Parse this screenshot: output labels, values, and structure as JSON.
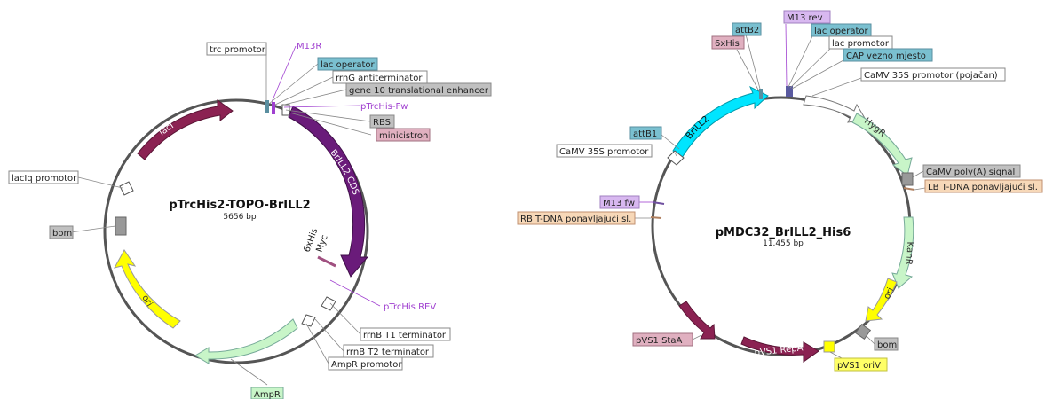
{
  "colors": {
    "backbone": "#555555",
    "purple_label": "#a040d0",
    "maroon": "#8b2252",
    "dark_purple": "#6a1b7a",
    "cyan": "#00e5ff",
    "light_green": "#c8f5c8",
    "yellow": "#ffff00",
    "grey": "#999999"
  },
  "map1": {
    "name": "pTrcHis2-TOPO-BrILL2",
    "size": "5656 bp",
    "labels": {
      "trc": "trc promotor",
      "m13r": "M13R",
      "lacop": "lac operator",
      "rrng": "rrnG antiterminator",
      "gene10": "gene 10 translational enhancer",
      "ptrcfw": "pTrcHis-Fw",
      "rbs": "RBS",
      "minicistron": "minicistron",
      "laciq": "lacIq promotor",
      "bom": "bom",
      "ptrcrev": "pTrcHis REV",
      "rrnbt1": "rrnB T1 terminator",
      "rrnbt2": "rrnB T2 terminator",
      "ampr_prom": "AmpR promotor",
      "ampr": "AmpR"
    },
    "features": {
      "laci": "lacI",
      "cds": "BrILL2 CDS",
      "ori": "ori",
      "his": "6xHis",
      "myc": "Myc"
    }
  },
  "map2": {
    "name": "pMDC32_BrILL2_His6",
    "size": "11.455 bp",
    "labels": {
      "attb2": "attB2",
      "m13rev": "M13 rev",
      "sixhis": "6xHis",
      "lacop": "lac operator",
      "lacprom": "lac promotor",
      "cap": "CAP vezno mjesto",
      "camv35p": "CaMV 35S promotor (pojačan)",
      "attb1": "attB1",
      "camv35": "CaMV 35S promotor",
      "camvpoly": "CaMV poly(A) signal",
      "lbtdna": "LB T-DNA ponavljajući sl.",
      "m13fw": "M13 fw",
      "rbtdna": "RB T-DNA ponavljajući sl.",
      "pvs1sta": "pVS1 StaA",
      "bom": "bom",
      "pvs1oriv": "pVS1 oriV"
    },
    "features": {
      "brill2": "BrILL2",
      "hygr": "HygR",
      "kanr": "KanR",
      "ori": "ori",
      "pvs1repa": "pVS1 RepA"
    }
  }
}
